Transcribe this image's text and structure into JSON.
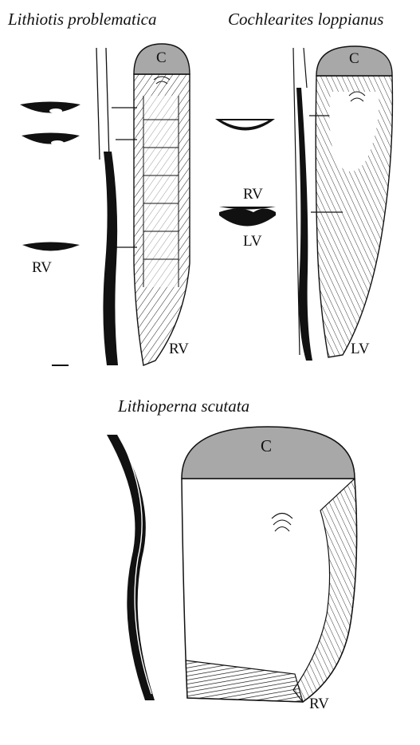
{
  "titles": {
    "top_left": "Lithiotis problematica",
    "top_right": "Cochlearites loppianus",
    "bottom": "Lithioperna scutata"
  },
  "labels": {
    "c": "C",
    "rv": "RV",
    "lv": "LV"
  },
  "colors": {
    "cap_fill": "#a8a8a8",
    "ink": "#111111",
    "paper": "#ffffff"
  }
}
